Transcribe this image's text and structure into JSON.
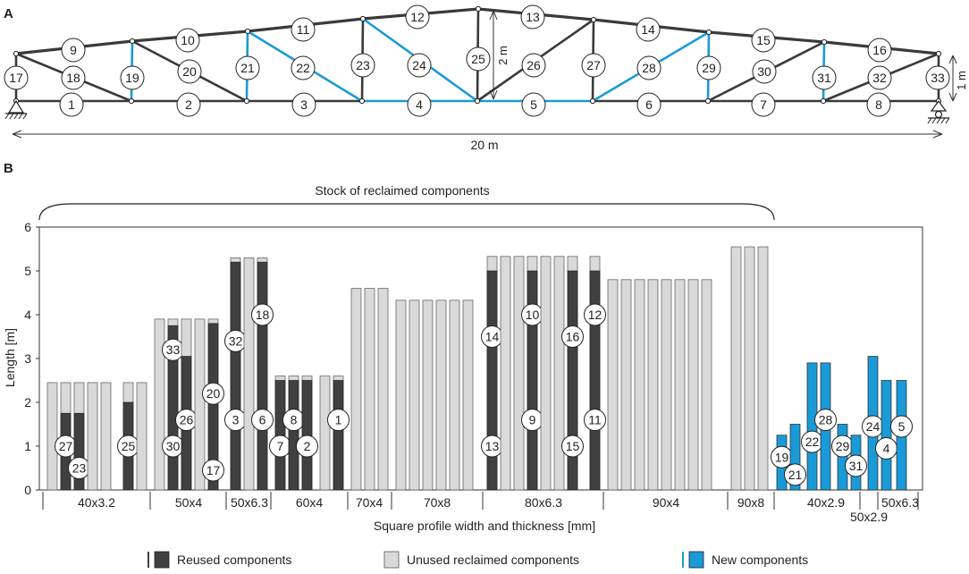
{
  "panel_a": {
    "label": "A",
    "span_label": "20 m",
    "height_mid_label": "2 m",
    "height_end_label": "1 m",
    "blue_members": [
      19,
      21,
      22,
      24,
      4,
      5,
      28,
      29,
      31
    ],
    "member_labels": [
      {
        "n": "1"
      },
      {
        "n": "2"
      },
      {
        "n": "3"
      },
      {
        "n": "4"
      },
      {
        "n": "5"
      },
      {
        "n": "6"
      },
      {
        "n": "7"
      },
      {
        "n": "8"
      },
      {
        "n": "9"
      },
      {
        "n": "10"
      },
      {
        "n": "11"
      },
      {
        "n": "12"
      },
      {
        "n": "13"
      },
      {
        "n": "14"
      },
      {
        "n": "15"
      },
      {
        "n": "16"
      },
      {
        "n": "17"
      },
      {
        "n": "18"
      },
      {
        "n": "19"
      },
      {
        "n": "20"
      },
      {
        "n": "21"
      },
      {
        "n": "22"
      },
      {
        "n": "23"
      },
      {
        "n": "24"
      },
      {
        "n": "25"
      },
      {
        "n": "26"
      },
      {
        "n": "27"
      },
      {
        "n": "28"
      },
      {
        "n": "29"
      },
      {
        "n": "30"
      },
      {
        "n": "31"
      },
      {
        "n": "32"
      },
      {
        "n": "33"
      }
    ]
  },
  "panel_b": {
    "label": "B",
    "brace_label": "Stock of reclaimed components",
    "colors": {
      "reused": "#404040",
      "unused": "#d9d9d9",
      "new": "#1a9ad6"
    },
    "chart_data": {
      "type": "bar",
      "ylabel": "Length [m]",
      "xlabel": "Square profile width and thickness [mm]",
      "ylim": [
        0,
        6
      ],
      "yticks": [
        "0",
        "1",
        "2",
        "3",
        "4",
        "5",
        "6"
      ],
      "groups": [
        {
          "name": "40x3.2"
        },
        {
          "name": "50x4"
        },
        {
          "name": "50x6.3"
        },
        {
          "name": "60x4"
        },
        {
          "name": "70x4"
        },
        {
          "name": "70x8"
        },
        {
          "name": "80x6.3"
        },
        {
          "name": "90x4"
        },
        {
          "name": "90x8"
        },
        {
          "name": "40x2.9"
        },
        {
          "name": "50x2.9"
        },
        {
          "name": "50x6.3"
        }
      ],
      "reclaimed_bars": [
        {
          "stock": 2.45,
          "reused": 0,
          "labels": []
        },
        {
          "stock": 2.45,
          "reused": 1.75,
          "labels": [
            {
              "t": "27",
              "v": 1.0
            }
          ]
        },
        {
          "stock": 2.45,
          "reused": 1.75,
          "labels": [
            {
              "t": "23",
              "v": 0.5
            }
          ]
        },
        {
          "stock": 2.45,
          "reused": 0,
          "labels": []
        },
        {
          "stock": 2.45,
          "reused": 0,
          "labels": []
        },
        {
          "stock": 2.45,
          "reused": 2.0,
          "labels": [
            {
              "t": "25",
              "v": 1.0
            }
          ]
        },
        {
          "stock": 2.45,
          "reused": 0,
          "labels": []
        },
        {
          "stock": 3.9,
          "reused": 0,
          "labels": []
        },
        {
          "stock": 3.9,
          "reused": 3.75,
          "labels": [
            {
              "t": "33",
              "v": 3.2
            },
            {
              "t": "30",
              "v": 1.0
            }
          ]
        },
        {
          "stock": 3.9,
          "reused": 3.05,
          "labels": [
            {
              "t": "26",
              "v": 1.6
            }
          ]
        },
        {
          "stock": 3.9,
          "reused": 0,
          "labels": []
        },
        {
          "stock": 3.9,
          "reused": 3.8,
          "labels": [
            {
              "t": "20",
              "v": 2.2
            },
            {
              "t": "17",
              "v": 0.45
            }
          ]
        },
        {
          "stock": 5.3,
          "reused": 5.2,
          "labels": [
            {
              "t": "32",
              "v": 3.4
            },
            {
              "t": "3",
              "v": 1.6
            }
          ]
        },
        {
          "stock": 5.3,
          "reused": 0,
          "labels": []
        },
        {
          "stock": 5.3,
          "reused": 5.2,
          "labels": [
            {
              "t": "18",
              "v": 4.0
            },
            {
              "t": "6",
              "v": 1.6
            }
          ]
        },
        {
          "stock": 2.6,
          "reused": 2.5,
          "labels": [
            {
              "t": "7",
              "v": 1.0
            }
          ]
        },
        {
          "stock": 2.6,
          "reused": 2.5,
          "labels": [
            {
              "t": "8",
              "v": 1.6
            }
          ]
        },
        {
          "stock": 2.6,
          "reused": 2.5,
          "labels": [
            {
              "t": "2",
              "v": 1.0
            }
          ]
        },
        {
          "stock": 2.6,
          "reused": 0,
          "labels": []
        },
        {
          "stock": 2.6,
          "reused": 2.5,
          "labels": [
            {
              "t": "1",
              "v": 1.6
            }
          ]
        },
        {
          "stock": 4.6,
          "reused": 0,
          "labels": []
        },
        {
          "stock": 4.6,
          "reused": 0,
          "labels": []
        },
        {
          "stock": 4.6,
          "reused": 0,
          "labels": []
        },
        {
          "stock": 4.33,
          "reused": 0,
          "labels": []
        },
        {
          "stock": 4.33,
          "reused": 0,
          "labels": []
        },
        {
          "stock": 4.33,
          "reused": 0,
          "labels": []
        },
        {
          "stock": 4.33,
          "reused": 0,
          "labels": []
        },
        {
          "stock": 4.33,
          "reused": 0,
          "labels": []
        },
        {
          "stock": 4.33,
          "reused": 0,
          "labels": []
        },
        {
          "stock": 5.33,
          "reused": 5.0,
          "labels": [
            {
              "t": "14",
              "v": 3.5
            },
            {
              "t": "13",
              "v": 1.0
            }
          ]
        },
        {
          "stock": 5.33,
          "reused": 0,
          "labels": []
        },
        {
          "stock": 5.33,
          "reused": 0,
          "labels": []
        },
        {
          "stock": 5.33,
          "reused": 5.0,
          "labels": [
            {
              "t": "10",
              "v": 4.0
            },
            {
              "t": "9",
              "v": 1.6
            }
          ]
        },
        {
          "stock": 5.33,
          "reused": 0,
          "labels": []
        },
        {
          "stock": 5.33,
          "reused": 0,
          "labels": []
        },
        {
          "stock": 5.33,
          "reused": 5.0,
          "labels": [
            {
              "t": "16",
              "v": 3.5
            },
            {
              "t": "15",
              "v": 1.0
            }
          ]
        },
        {
          "stock": 5.33,
          "reused": 5.0,
          "labels": [
            {
              "t": "12",
              "v": 4.0
            },
            {
              "t": "11",
              "v": 1.6
            }
          ]
        },
        {
          "stock": 4.8,
          "reused": 0,
          "labels": []
        },
        {
          "stock": 4.8,
          "reused": 0,
          "labels": []
        },
        {
          "stock": 4.8,
          "reused": 0,
          "labels": []
        },
        {
          "stock": 4.8,
          "reused": 0,
          "labels": []
        },
        {
          "stock": 4.8,
          "reused": 0,
          "labels": []
        },
        {
          "stock": 4.8,
          "reused": 0,
          "labels": []
        },
        {
          "stock": 4.8,
          "reused": 0,
          "labels": []
        },
        {
          "stock": 4.8,
          "reused": 0,
          "labels": []
        },
        {
          "stock": 5.55,
          "reused": 0,
          "labels": []
        },
        {
          "stock": 5.55,
          "reused": 0,
          "labels": []
        },
        {
          "stock": 5.55,
          "reused": 0,
          "labels": []
        }
      ],
      "new_bars": [
        {
          "length": 1.25,
          "labels": [
            {
              "t": "19",
              "v": 0.75
            }
          ]
        },
        {
          "length": 1.5,
          "labels": [
            {
              "t": "21",
              "v": 0.35
            }
          ]
        },
        {
          "length": 2.9,
          "labels": [
            {
              "t": "22",
              "v": 1.1
            }
          ]
        },
        {
          "length": 2.9,
          "labels": [
            {
              "t": "28",
              "v": 1.6
            }
          ]
        },
        {
          "length": 1.5,
          "labels": [
            {
              "t": "29",
              "v": 1.0
            }
          ]
        },
        {
          "length": 1.25,
          "labels": [
            {
              "t": "31",
              "v": 0.55
            }
          ]
        },
        {
          "length": 3.05,
          "labels": [
            {
              "t": "24",
              "v": 1.45
            }
          ]
        },
        {
          "length": 2.5,
          "labels": [
            {
              "t": "4",
              "v": 0.95
            }
          ]
        },
        {
          "length": 2.5,
          "labels": [
            {
              "t": "5",
              "v": 1.45
            }
          ]
        }
      ]
    },
    "legend": {
      "reused": "Reused components",
      "unused": "Unused reclaimed components",
      "new": "New components"
    }
  }
}
